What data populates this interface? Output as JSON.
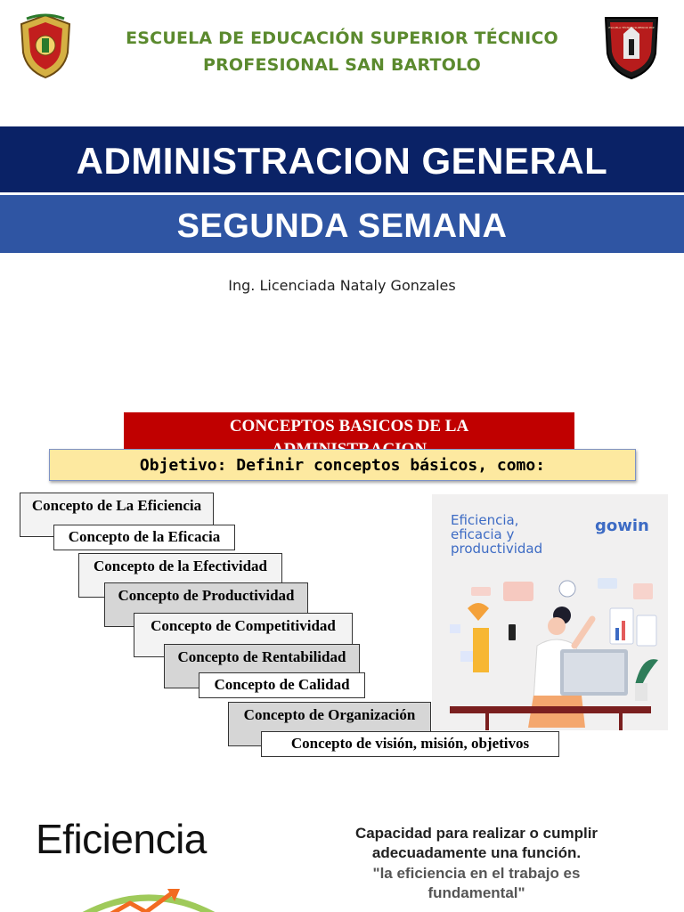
{
  "header": {
    "school_line1": "ESCUELA DE EDUCACIÓN SUPERIOR TÉCNICO",
    "school_line2": "PROFESIONAL  SAN BARTOLO",
    "right_logo_text": "ESCUELA TÉCNICO SUPERIOR PNP"
  },
  "title": "ADMINISTRACION GENERAL",
  "subtitle": "SEGUNDA SEMANA",
  "author": "Ing. Licenciada Nataly Gonzales",
  "section": {
    "line1": "CONCEPTOS BASICOS DE LA",
    "line2": "ADMINISTRACION"
  },
  "objective": "Objetivo: Definir conceptos básicos, como:",
  "concepts": [
    "Concepto de La Eficiencia",
    "Concepto de la Eficacia",
    "Concepto de la Efectividad",
    "Concepto de Productividad",
    "Concepto de Competitividad",
    "Concepto de Rentabilidad",
    "Concepto de Calidad",
    "Concepto de Organización",
    "Concepto de visión, misión, objetivos"
  ],
  "illustration": {
    "line1": "Eficiencia,",
    "line2": "eficacia y",
    "line3": "productividad",
    "brand": "gowin"
  },
  "eficiencia": {
    "title": "Eficiencia",
    "definition": "Capacidad para realizar o cumplir adecuadamente una función.",
    "quote": "\"la eficiencia en el trabajo es fundamental\""
  },
  "colors": {
    "school_green": "#5b8a2e",
    "title_band": "#0a2266",
    "subtitle_band": "#2f55a3",
    "section_red": "#c00000",
    "objective_yellow": "#fde9a0",
    "illustration_blue": "#3d6bc4"
  }
}
